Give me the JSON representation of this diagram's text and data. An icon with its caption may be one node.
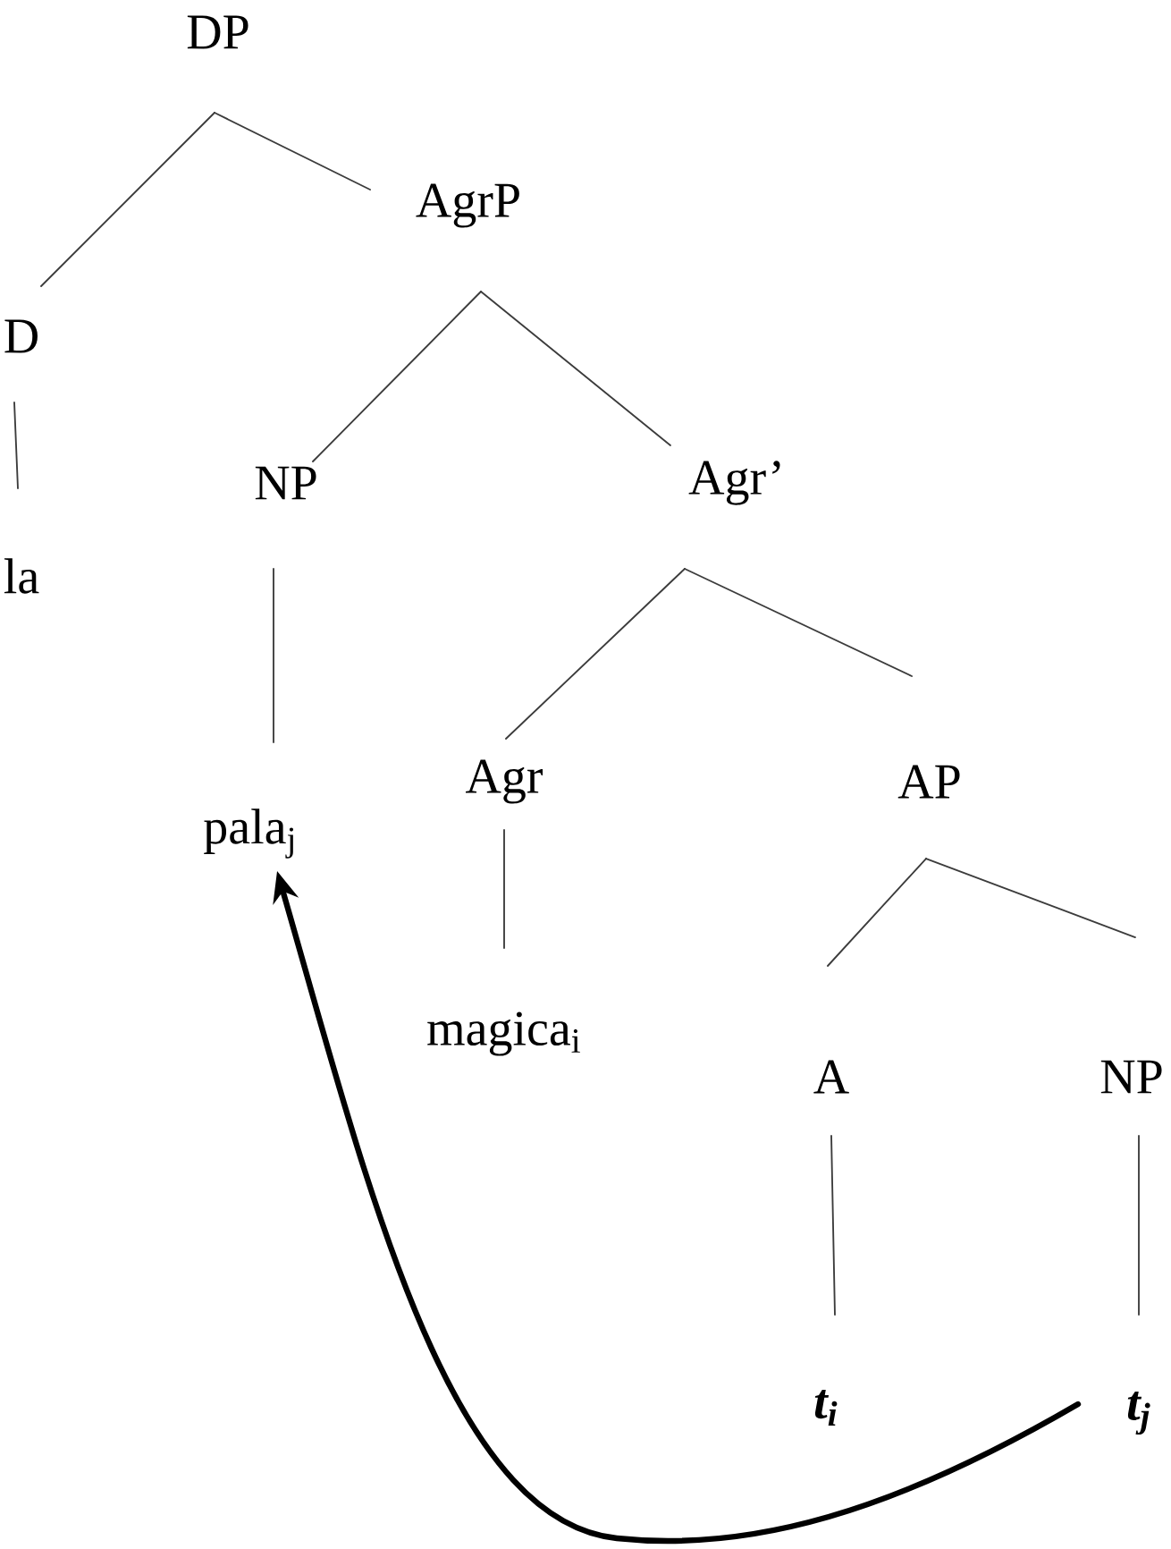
{
  "diagram": {
    "nodes": [
      {
        "text": [
          "DP"
        ]
      },
      {
        "text": [
          "AgrP"
        ]
      },
      {
        "text": [
          "D"
        ]
      },
      {
        "text": [
          "NP"
        ]
      },
      {
        "text": [
          "Agr’"
        ]
      },
      {
        "text": [
          "la"
        ]
      },
      {
        "text": [
          "Agr"
        ]
      },
      {
        "text": [
          "AP"
        ]
      },
      {
        "text": [
          "pala$_{j}$"
        ]
      },
      {
        "text": [
          "magica$_{i}$"
        ]
      },
      {
        "text": [
          "A"
        ]
      },
      {
        "text": [
          "NP"
        ]
      },
      {
        "text": [
          "t$_{i}$"
        ]
      },
      {
        "text": [
          "t$_{j}$"
        ]
      }
    ],
    "edges": [
      {
        "from": 0,
        "to": 2,
        "arrow": "none"
      },
      {
        "from": 0,
        "to": 1,
        "arrow": "none"
      },
      {
        "from": 2,
        "to": 5,
        "arrow": "none"
      },
      {
        "from": 1,
        "to": 3,
        "arrow": "none"
      },
      {
        "from": 1,
        "to": 4,
        "arrow": "none"
      },
      {
        "from": 3,
        "to": 8,
        "arrow": "none"
      },
      {
        "from": 4,
        "to": 6,
        "arrow": "none"
      },
      {
        "from": 4,
        "to": 7,
        "arrow": "none"
      },
      {
        "from": 6,
        "to": 9,
        "arrow": "none"
      },
      {
        "from": 7,
        "to": 10,
        "arrow": "none"
      },
      {
        "from": 7,
        "to": 11,
        "arrow": "none"
      },
      {
        "from": 10,
        "to": 12,
        "arrow": "none"
      },
      {
        "from": 11,
        "to": 13,
        "arrow": "none"
      },
      {
        "from": 13,
        "to": 8,
        "arrow": "to",
        "style": "thick",
        "color": "#000000"
      }
    ]
  }
}
